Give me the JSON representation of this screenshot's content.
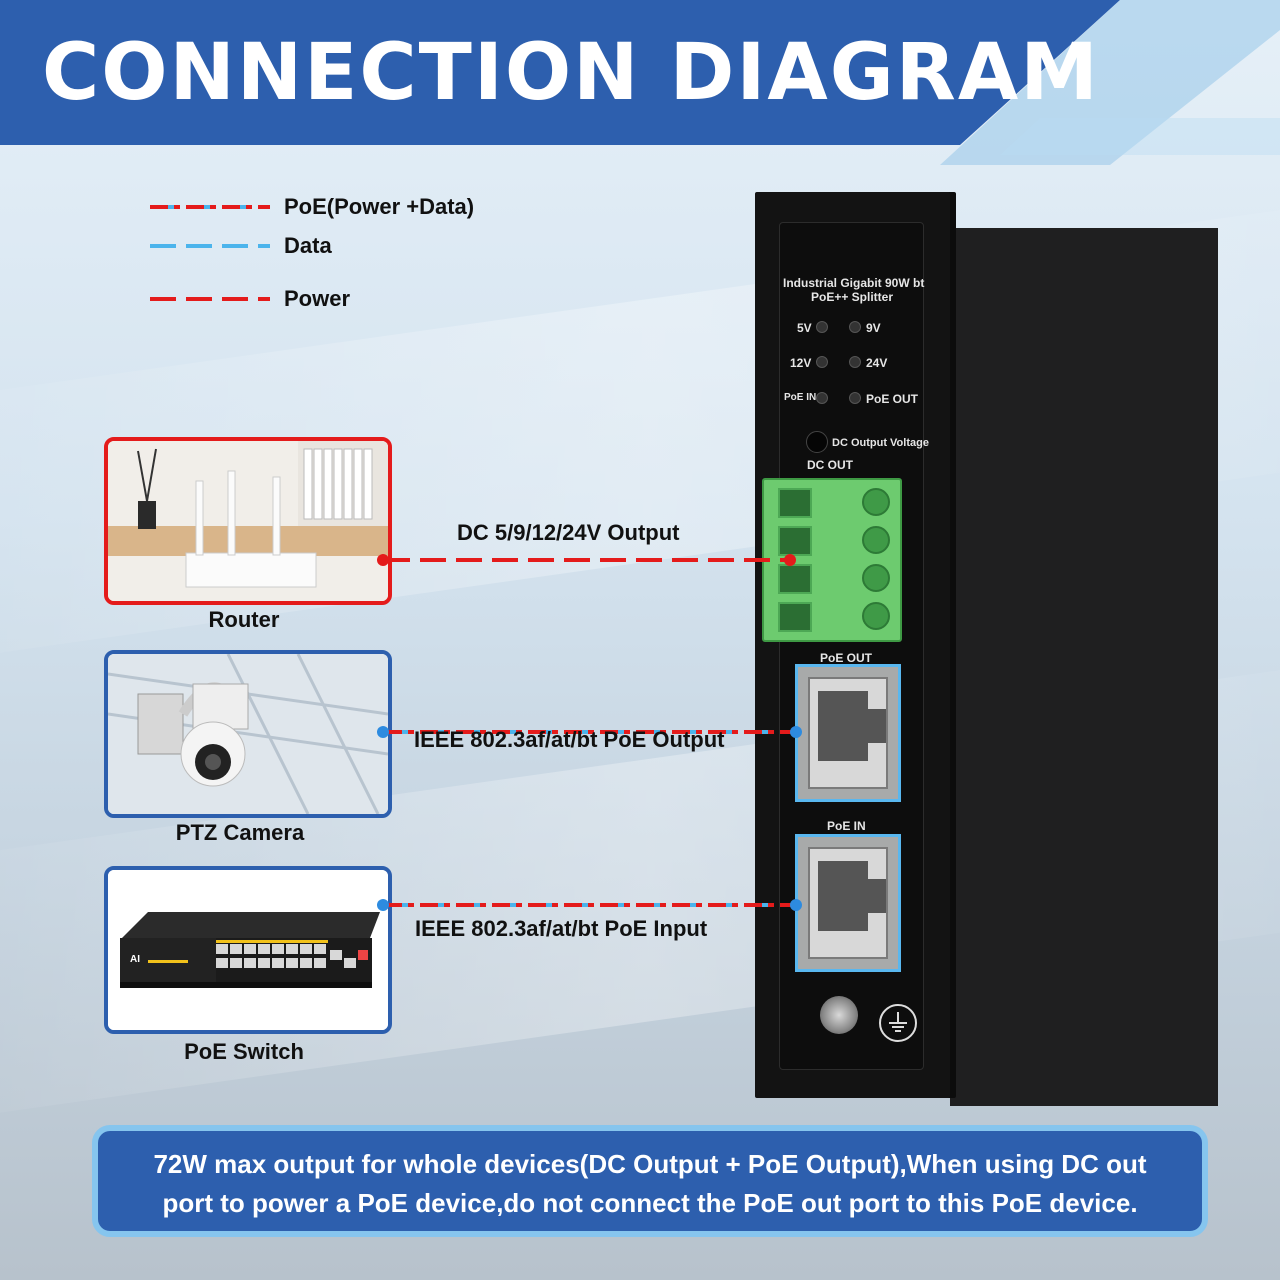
{
  "title": "CONNECTION DIAGRAM",
  "legend": [
    {
      "label": "PoE(Power +Data)",
      "style": "poe"
    },
    {
      "label": "Data",
      "style": "data"
    },
    {
      "label": "Power",
      "style": "power"
    }
  ],
  "devices": {
    "router": {
      "label": "Router",
      "border_color": "#e41b1b"
    },
    "ptz_camera": {
      "label": "PTZ Camera",
      "border_color": "#2d5fae"
    },
    "poe_switch": {
      "label": "PoE Switch",
      "border_color": "#2d5fae"
    }
  },
  "connections": {
    "dc_output": "DC 5/9/12/24V Output",
    "poe_output": "IEEE 802.3af/at/bt PoE Output",
    "poe_input": "IEEE 802.3af/at/bt PoE Input"
  },
  "splitter": {
    "name_line1": "Industrial Gigabit 90W bt",
    "name_line2": "PoE++ Splitter",
    "leds": {
      "v5": "5V",
      "v9": "9V",
      "v12": "12V",
      "v24": "24V",
      "poe_in": "PoE IN",
      "poe_out": "PoE OUT"
    },
    "dc_voltage_button": "DC Output Voltage",
    "dc_out": "DC OUT",
    "port_poe_out": "PoE OUT",
    "port_poe_in": "PoE IN"
  },
  "switch_panel_text": "AI",
  "note": {
    "line1": "72W max output for whole devices(DC Output + PoE Output),When using DC out",
    "line2": "port to power a PoE device,do not connect the PoE out port to this PoE device."
  },
  "colors": {
    "banner": "#2d5fae",
    "power": "#e41b1b",
    "data": "#4bb4ec",
    "terminal": "#6dcb6f"
  }
}
